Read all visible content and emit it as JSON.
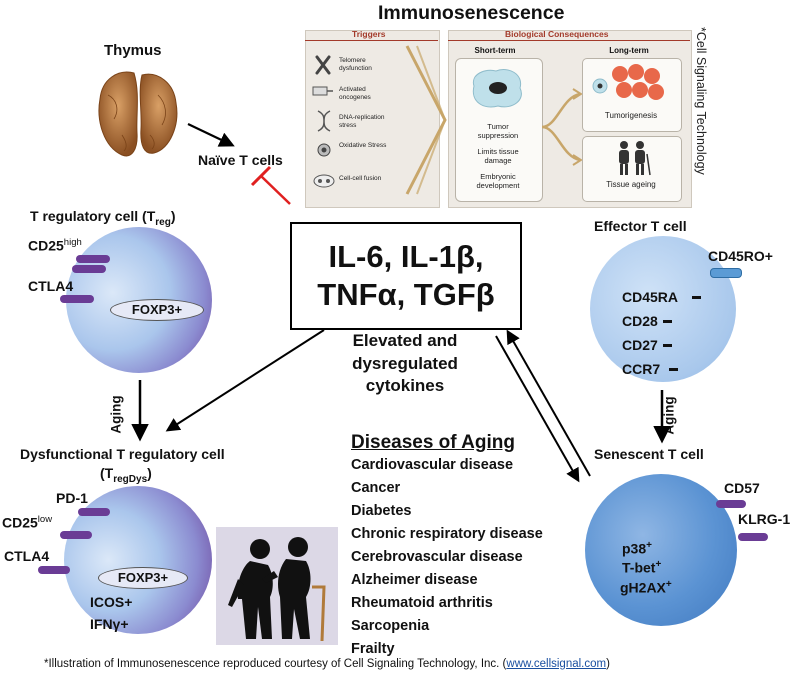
{
  "title": "Immunosenescence",
  "panel": {
    "triggers_header": "Triggers",
    "consequences_header": "Biological Consequences",
    "short_term": "Short-term",
    "long_term": "Long-term",
    "triggers": [
      "Telomere dysfunction",
      "Activated oncogenes",
      "DNA-replication stress",
      "Oxidative Stress",
      "Cell-cell fusion"
    ],
    "short_term_items": [
      "Tumor suppression",
      "Limits tissue damage",
      "Embryonic development"
    ],
    "long_term_items": [
      "Tumorigenesis",
      "Tissue ageing"
    ]
  },
  "side_note": "*Cell Signaling Technology",
  "thymus_label": "Thymus",
  "naive_label": "Naïve T cells",
  "cytokines": {
    "line1": "IL-6, IL-1β,",
    "line2": "TNFα, TGFβ",
    "caption1": "Elevated and",
    "caption2": "dysregulated",
    "caption3": "cytokines"
  },
  "treg": {
    "title": "T regulatory cell (T",
    "title_sub": "reg",
    "title_end": ")",
    "cd25": "CD25",
    "cd25_sup": "high",
    "ctla4": "CTLA4",
    "foxp3": "FOXP3+"
  },
  "aging_label": "Aging",
  "dys": {
    "title": "Dysfunctional T regulatory cell",
    "sub_open": "(T",
    "sub": "regDys",
    "sub_close": ")",
    "pd1": "PD-1",
    "cd25": "CD25",
    "cd25_sup": "low",
    "ctla4": "CTLA4",
    "foxp3": "FOXP3+",
    "icos": "ICOS+",
    "ifng": "IFNγ+"
  },
  "effector": {
    "title": "Effector T cell",
    "cd45ro": "CD45RO+",
    "markers": [
      "CD45RA",
      "CD28",
      "CD27",
      "CCR7"
    ]
  },
  "senescent": {
    "title": "Senescent T cell",
    "cd57": "CD57",
    "klrg1": "KLRG-1",
    "p38": "p38",
    "tbet": "T-bet",
    "gh2ax": "gH2AX",
    "plus": "+"
  },
  "diseases": {
    "title": "Diseases of Aging",
    "items": [
      "Cardiovascular disease",
      "Cancer",
      "Diabetes",
      "Chronic respiratory disease",
      "Cerebrovascular disease",
      "Alzheimer disease",
      "Rheumatoid arthritis",
      "Sarcopenia",
      "Frailty"
    ]
  },
  "footnote": {
    "text": "*Illustration of Immunosenescence reproduced courtesy of Cell Signaling Technology, Inc. (",
    "link": "www.cellsignal.com",
    "close": ")"
  },
  "colors": {
    "treg_gradient_start": "#dbe8f8",
    "treg_gradient_end": "#6a3c95",
    "effector_fill": "#a9c8ec",
    "senescent_fill": "#5b93d3",
    "inhibit_red": "#e02020",
    "marker_purple": "#6a3c95",
    "marker_blue": "#5b9bd5",
    "link_blue": "#1a4fa0"
  }
}
